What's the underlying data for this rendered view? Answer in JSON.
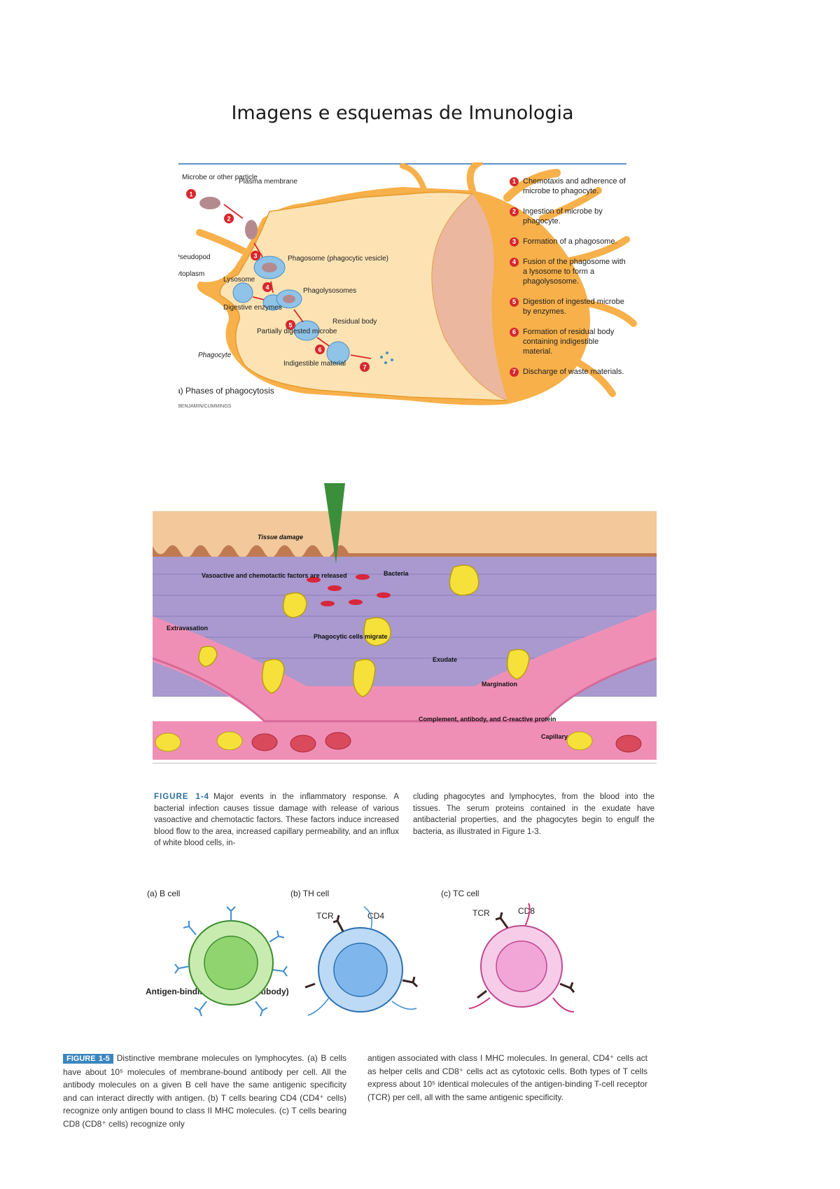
{
  "title": "Imagens e esquemas de Imunologia",
  "figure_phagocytosis": {
    "labels": {
      "microbe": "Microbe or other particle",
      "plasma_membrane": "Plasma membrane",
      "pseudopod": "Pseudopod",
      "cytoplasm": "Cytoplasm",
      "lysosome": "Lysosome",
      "phagosome": "Phagosome (phagocytic vesicle)",
      "phagolysosomes": "Phagolysosomes",
      "digestive_enzymes": "Digestive enzymes",
      "residual_body": "Residual body",
      "partially_digested": "Partially digested microbe",
      "indigestible": "Indigestible material",
      "phagocyte": "Phagocyte"
    },
    "caption": "(a) Phases of phagocytosis",
    "credit": "© BENJAMIN/CUMMINGS",
    "steps": [
      {
        "n": "1",
        "text": "Chemotaxis and adherence of microbe to phagocyte."
      },
      {
        "n": "2",
        "text": "Ingestion of microbe by phagocyte."
      },
      {
        "n": "3",
        "text": "Formation of a phagosome."
      },
      {
        "n": "4",
        "text": "Fusion of the phagosome with a lysosome to form a phagolysosome."
      },
      {
        "n": "5",
        "text": "Digestion of ingested microbe by enzymes."
      },
      {
        "n": "6",
        "text": "Formation of residual body containing indigestible material."
      },
      {
        "n": "7",
        "text": "Discharge of waste materials."
      }
    ],
    "markers": [
      "1",
      "2",
      "3",
      "4",
      "5",
      "6",
      "7"
    ]
  },
  "figure_inflammation": {
    "labels": {
      "tissue_damage": "Tissue damage",
      "vasoactive": "Vasoactive and chemotactic factors are released",
      "bacteria": "Bacteria",
      "extravasation": "Extravasation",
      "phagocytic_cells": "Phagocytic cells migrate",
      "exudate": "Exudate",
      "margination": "Margination",
      "complement": "Complement, antibody, and C-reactive protein",
      "capillary": "Capillary"
    },
    "caption_label": "FIGURE 1-4",
    "caption_left": "Major events in the inflammatory response. A bacterial infection causes tissue damage with release of various vasoactive and chemotactic factors. These factors induce increased blood flow to the area, increased capillary permeability, and an influx of white blood cells, in-",
    "caption_right": "cluding phagocytes and lymphocytes, from the blood into the tissues. The serum proteins contained in the exudate have antibacterial properties, and the phagocytes begin to engulf the bacteria, as illustrated in Figure 1-3."
  },
  "figure_lymphocytes": {
    "labels": {
      "b_cell": "(a) B cell",
      "th_cell": "(b) TH cell",
      "tc_cell": "(c) TC cell",
      "tcr1": "TCR",
      "cd4": "CD4",
      "tcr2": "TCR",
      "cd8": "CD8",
      "antigen_receptor": "Antigen-binding receptor (antibody)"
    },
    "caption_label": "FIGURE 1-5",
    "caption_left": "Distinctive membrane molecules on lymphocytes. (a) B cells have about 10⁵ molecules of membrane-bound antibody per cell. All the antibody molecules on a given B cell have the same antigenic specificity and can interact directly with antigen. (b) T cells bearing CD4 (CD4⁺ cells) recognize only antigen bound to class II MHC molecules. (c) T cells bearing CD8 (CD8⁺ cells) recognize only",
    "caption_right": "antigen associated with class I MHC molecules. In general, CD4⁺ cells act as helper cells and CD8⁺ cells act as cytotoxic cells. Both types of T cells express about 10⁵ identical molecules of the antigen-binding T-cell receptor (TCR) per cell, all with the same antigenic specificity."
  },
  "colors": {
    "phagocyte_fill": "#f7b04a",
    "cytoplasm_fill": "#fde3b4",
    "step_marker": "#d6282c",
    "tissue_purple": "#a999cf",
    "capillary_pink": "#f08fb6",
    "b_cell_green": "#8fd46f",
    "th_cell_blue": "#7fb6ec",
    "tc_cell_pink": "#f2a6d8"
  }
}
